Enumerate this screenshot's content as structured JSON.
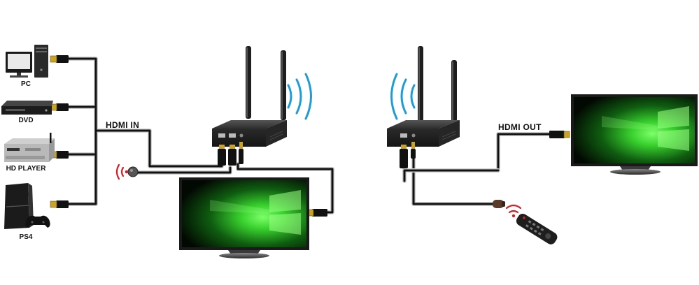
{
  "sources": [
    {
      "id": "pc",
      "label": "PC",
      "icon": "desktop-pc-icon"
    },
    {
      "id": "dvd",
      "label": "DVD",
      "icon": "dvd-player-icon"
    },
    {
      "id": "hdplayer",
      "label": "HD PLAYER",
      "icon": "media-player-icon"
    },
    {
      "id": "ps4",
      "label": "PS4",
      "icon": "game-console-icon"
    }
  ],
  "labels": {
    "hdmi_in": "HDMI IN",
    "hdmi_out": "HDMI OUT"
  },
  "colors": {
    "cable": "#111111",
    "cable_outline": "#d8d8d8",
    "connector_gold": "#c9a227",
    "device_body": "#2b2b2b",
    "wifi_wave": "#1f9bd7",
    "ir_signal": "#d32027",
    "screen_green": "#39d12e"
  }
}
